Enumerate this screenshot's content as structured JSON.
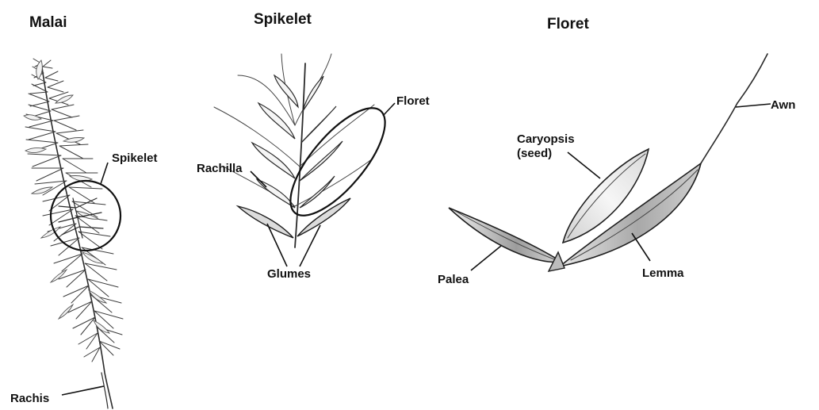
{
  "sections": {
    "panicle": {
      "title": "Malai",
      "spikelet_label": "Spikelet",
      "rachis_label": "Rachis"
    },
    "spikelet": {
      "title": "Spikelet",
      "floret_label": "Floret",
      "rachilla_label": "Rachilla",
      "glumes_label": "Glumes"
    },
    "floret": {
      "title": "Floret",
      "awn_label": "Awn",
      "caryopsis_label_line1": "Caryopsis",
      "caryopsis_label_line2": "(seed)",
      "palea_label": "Palea",
      "lemma_label": "Lemma"
    }
  },
  "colors": {
    "ink": "#2a2a2a",
    "shading": "#9a9a9a",
    "background": "#ffffff"
  }
}
